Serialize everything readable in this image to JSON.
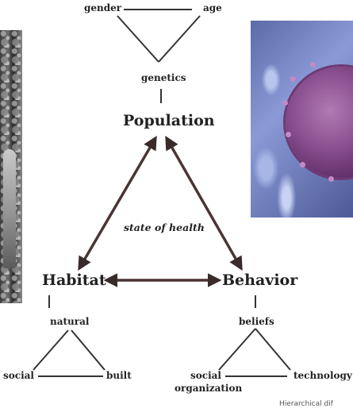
{
  "top_triangle": {
    "left": "gender",
    "right": "age",
    "bottom": "genetics"
  },
  "population": "Population",
  "center": "state of health",
  "habitat": {
    "title": "Habitat",
    "sub": "natural",
    "left": "social",
    "right": "built"
  },
  "behavior": {
    "title": "Behavior",
    "sub": "beliefs",
    "left_line1": "social",
    "left_line2": "organization",
    "right": "technology"
  },
  "caption": "Hierarchical dif",
  "images": [
    "black-and-white photo of person in jungle",
    "purple virus micrograph"
  ]
}
